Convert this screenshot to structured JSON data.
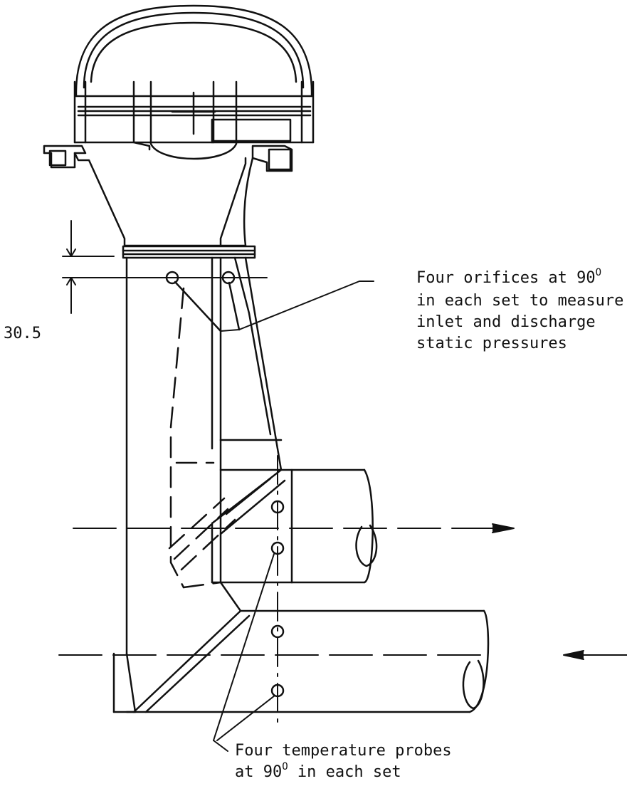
{
  "diagram": {
    "dimension_label": "30.5",
    "orifice_note": {
      "line1_text": "Four orifices at 90",
      "line1_sup": "O",
      "line2": "in each set to measure",
      "line3": "inlet and discharge",
      "line4": "static pressures"
    },
    "probe_note": {
      "line1": "Four temperature probes",
      "line2_pre": "at 90",
      "line2_sup": "O",
      "line2_post": " in each set"
    }
  },
  "colors": {
    "ink": "#111111",
    "background": "#ffffff"
  }
}
